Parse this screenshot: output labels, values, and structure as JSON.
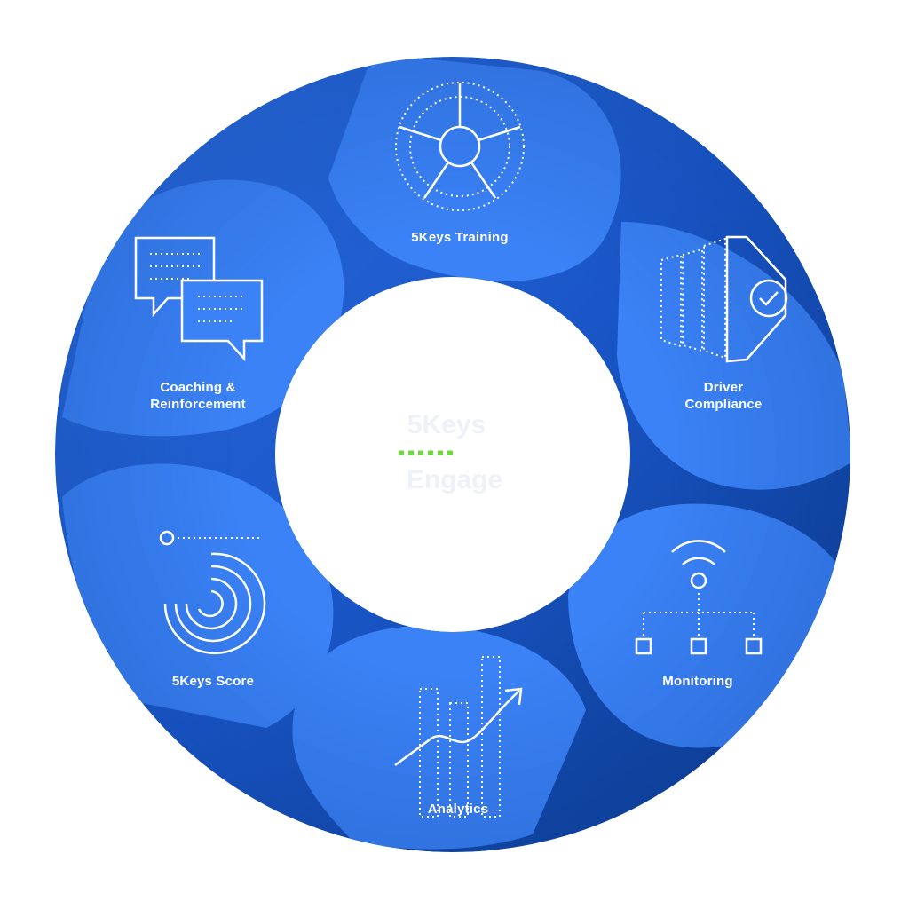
{
  "center": {
    "line1": "5Keys",
    "line2": "Engage"
  },
  "colors": {
    "ring_light": "#3b82f0",
    "ring_dark": "#0b3a8c",
    "petal": "#3b82f6",
    "icon_stroke": "#ffffff",
    "accent_dash": "#6cdc3c",
    "center_text": "#eef1f8"
  },
  "segments": [
    {
      "icon": "radar-wheel-icon",
      "label_lines": [
        "5Keys Training"
      ]
    },
    {
      "icon": "shield-check-icon",
      "label_lines": [
        "Driver",
        "Compliance"
      ]
    },
    {
      "icon": "network-signal-icon",
      "label_lines": [
        "Monitoring"
      ]
    },
    {
      "icon": "bar-chart-trend-icon",
      "label_lines": [
        "Analytics"
      ]
    },
    {
      "icon": "score-spiral-icon",
      "label_lines": [
        "5Keys Score"
      ]
    },
    {
      "icon": "chat-bubbles-icon",
      "label_lines": [
        "Coaching &",
        "Reinforcement"
      ]
    }
  ]
}
